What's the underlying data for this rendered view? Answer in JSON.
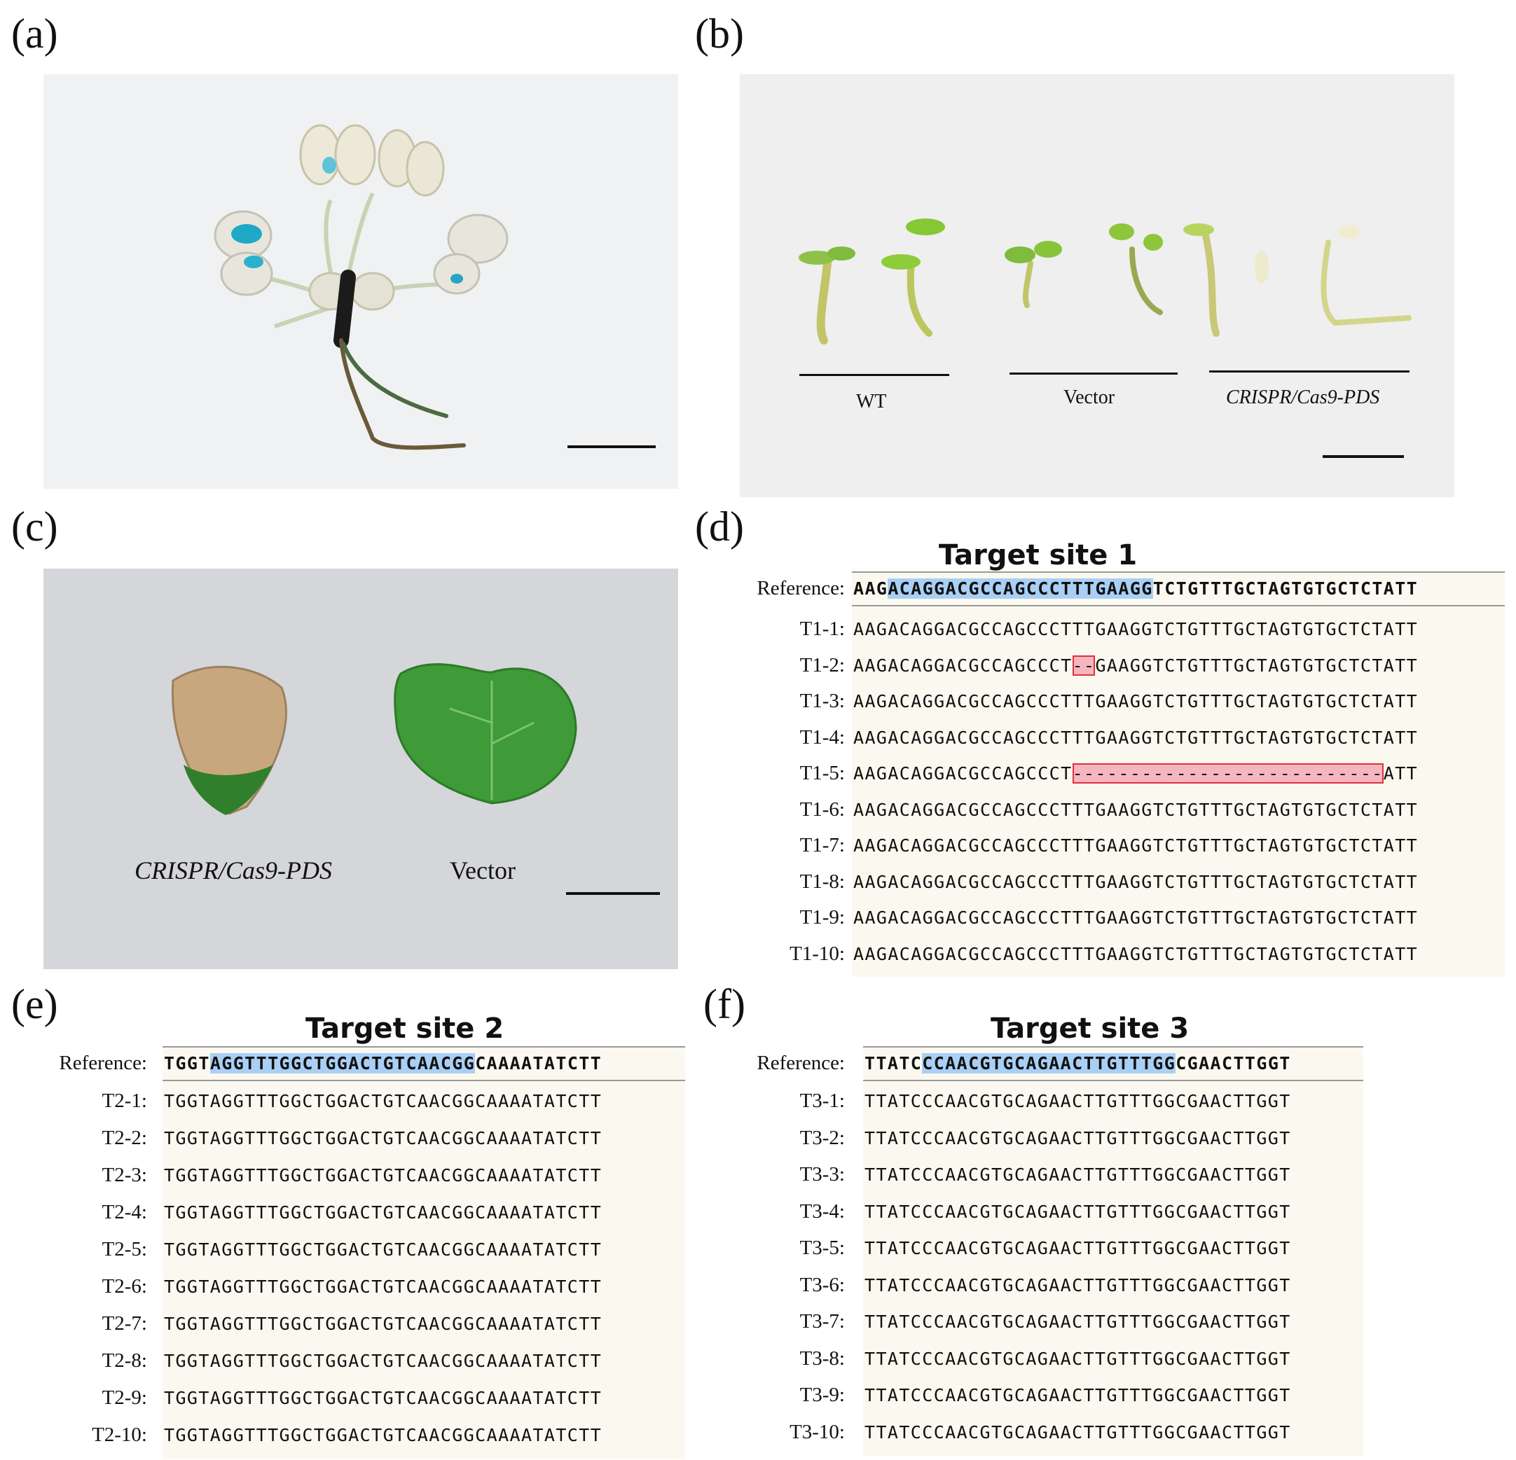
{
  "panels": {
    "a": {
      "label": "(a)"
    },
    "b": {
      "label": "(b)",
      "groups": [
        "WT",
        "Vector",
        "CRISPR/Cas9-PDS"
      ]
    },
    "c": {
      "label": "(c)",
      "captions": [
        "CRISPR/Cas9-PDS",
        "Vector"
      ]
    },
    "d": {
      "label": "(d)"
    },
    "e": {
      "label": "(e)"
    },
    "f": {
      "label": "(f)"
    }
  },
  "alignments": {
    "d": {
      "title": "Target site 1",
      "ref_label": "Reference:",
      "ref_pre": "AAG",
      "ref_target": "ACAGGACGCCAGCCCTTTGAAGG",
      "ref_post": "TCTGTTTGCTAGTGTGCTCTATT",
      "rows": [
        {
          "label": "T1-1:",
          "pre": "AAGACAGGACGCCAGCCCTTTGAAGGTCTGTTTGCTAGTGTGCTCTATT",
          "del": "",
          "post": ""
        },
        {
          "label": "T1-2:",
          "pre": "AAGACAGGACGCCAGCCCT",
          "del": "--",
          "post": "GAAGGTCTGTTTGCTAGTGTGCTCTATT"
        },
        {
          "label": "T1-3:",
          "pre": "AAGACAGGACGCCAGCCCTTTGAAGGTCTGTTTGCTAGTGTGCTCTATT",
          "del": "",
          "post": ""
        },
        {
          "label": "T1-4:",
          "pre": "AAGACAGGACGCCAGCCCTTTGAAGGTCTGTTTGCTAGTGTGCTCTATT",
          "del": "",
          "post": ""
        },
        {
          "label": "T1-5:",
          "pre": "AAGACAGGACGCCAGCCCT",
          "del": "---------------------------",
          "post": "ATT"
        },
        {
          "label": "T1-6:",
          "pre": "AAGACAGGACGCCAGCCCTTTGAAGGTCTGTTTGCTAGTGTGCTCTATT",
          "del": "",
          "post": ""
        },
        {
          "label": "T1-7:",
          "pre": "AAGACAGGACGCCAGCCCTTTGAAGGTCTGTTTGCTAGTGTGCTCTATT",
          "del": "",
          "post": ""
        },
        {
          "label": "T1-8:",
          "pre": "AAGACAGGACGCCAGCCCTTTGAAGGTCTGTTTGCTAGTGTGCTCTATT",
          "del": "",
          "post": ""
        },
        {
          "label": "T1-9:",
          "pre": "AAGACAGGACGCCAGCCCTTTGAAGGTCTGTTTGCTAGTGTGCTCTATT",
          "del": "",
          "post": ""
        },
        {
          "label": "T1-10:",
          "pre": "AAGACAGGACGCCAGCCCTTTGAAGGTCTGTTTGCTAGTGTGCTCTATT",
          "del": "",
          "post": ""
        }
      ]
    },
    "e": {
      "title": "Target site 2",
      "ref_label": "Reference:",
      "ref_pre": "TGGT",
      "ref_target": "AGGTTTGGCTGGACTGTCAACGG",
      "ref_post": "CAAAATATCTT",
      "rows": [
        {
          "label": "T2-1:",
          "pre": "TGGTAGGTTTGGCTGGACTGTCAACGGCAAAATATCTT",
          "del": "",
          "post": ""
        },
        {
          "label": "T2-2:",
          "pre": "TGGTAGGTTTGGCTGGACTGTCAACGGCAAAATATCTT",
          "del": "",
          "post": ""
        },
        {
          "label": "T2-3:",
          "pre": "TGGTAGGTTTGGCTGGACTGTCAACGGCAAAATATCTT",
          "del": "",
          "post": ""
        },
        {
          "label": "T2-4:",
          "pre": "TGGTAGGTTTGGCTGGACTGTCAACGGCAAAATATCTT",
          "del": "",
          "post": ""
        },
        {
          "label": "T2-5:",
          "pre": "TGGTAGGTTTGGCTGGACTGTCAACGGCAAAATATCTT",
          "del": "",
          "post": ""
        },
        {
          "label": "T2-6:",
          "pre": "TGGTAGGTTTGGCTGGACTGTCAACGGCAAAATATCTT",
          "del": "",
          "post": ""
        },
        {
          "label": "T2-7:",
          "pre": "TGGTAGGTTTGGCTGGACTGTCAACGGCAAAATATCTT",
          "del": "",
          "post": ""
        },
        {
          "label": "T2-8:",
          "pre": "TGGTAGGTTTGGCTGGACTGTCAACGGCAAAATATCTT",
          "del": "",
          "post": ""
        },
        {
          "label": "T2-9:",
          "pre": "TGGTAGGTTTGGCTGGACTGTCAACGGCAAAATATCTT",
          "del": "",
          "post": ""
        },
        {
          "label": "T2-10:",
          "pre": "TGGTAGGTTTGGCTGGACTGTCAACGGCAAAATATCTT",
          "del": "",
          "post": ""
        }
      ]
    },
    "f": {
      "title": "Target site 3",
      "ref_label": "Reference:",
      "ref_pre": "TTATC",
      "ref_target": "CCAACGTGCAGAACTTGTTTGG",
      "ref_post": "CGAACTTGGT",
      "rows": [
        {
          "label": "T3-1:",
          "pre": "TTATCCCAACGTGCAGAACTTGTTTGGCGAACTTGGT",
          "del": "",
          "post": ""
        },
        {
          "label": "T3-2:",
          "pre": "TTATCCCAACGTGCAGAACTTGTTTGGCGAACTTGGT",
          "del": "",
          "post": ""
        },
        {
          "label": "T3-3:",
          "pre": "TTATCCCAACGTGCAGAACTTGTTTGGCGAACTTGGT",
          "del": "",
          "post": ""
        },
        {
          "label": "T3-4:",
          "pre": "TTATCCCAACGTGCAGAACTTGTTTGGCGAACTTGGT",
          "del": "",
          "post": ""
        },
        {
          "label": "T3-5:",
          "pre": "TTATCCCAACGTGCAGAACTTGTTTGGCGAACTTGGT",
          "del": "",
          "post": ""
        },
        {
          "label": "T3-6:",
          "pre": "TTATCCCAACGTGCAGAACTTGTTTGGCGAACTTGGT",
          "del": "",
          "post": ""
        },
        {
          "label": "T3-7:",
          "pre": "TTATCCCAACGTGCAGAACTTGTTTGGCGAACTTGGT",
          "del": "",
          "post": ""
        },
        {
          "label": "T3-8:",
          "pre": "TTATCCCAACGTGCAGAACTTGTTTGGCGAACTTGGT",
          "del": "",
          "post": ""
        },
        {
          "label": "T3-9:",
          "pre": "TTATCCCAACGTGCAGAACTTGTTTGGCGAACTTGGT",
          "del": "",
          "post": ""
        },
        {
          "label": "T3-10:",
          "pre": "TTATCCCAACGTGCAGAACTTGTTTGGCGAACTTGGT",
          "del": "",
          "post": ""
        }
      ]
    }
  },
  "colors": {
    "target_highlight": "#a9cff5",
    "deletion_fill": "#f6b6bf",
    "deletion_border": "#e0303a",
    "sequence_background": "#fbf8ef"
  }
}
